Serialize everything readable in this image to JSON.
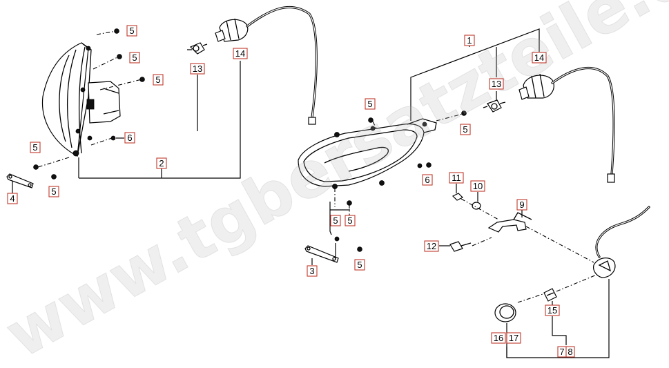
{
  "watermark": "www.tgbersatzteile.de",
  "callouts": {
    "c5a": "5",
    "c5b": "5",
    "c5c": "5",
    "c6a": "6",
    "c5d": "5",
    "c5e": "5",
    "c4": "4",
    "c2": "2",
    "c13a": "13",
    "c14a": "14",
    "c1": "1",
    "c14b": "14",
    "c13b": "13",
    "c5f": "5",
    "c5g": "5",
    "c6b": "6",
    "c5h": "5",
    "c5i": "5",
    "c3": "3",
    "c5j": "5",
    "c11": "11",
    "c10": "10",
    "c9": "9",
    "c12": "12",
    "c15": "15",
    "c16": "16",
    "c17": "17",
    "c7": "7",
    "c8": "8"
  }
}
